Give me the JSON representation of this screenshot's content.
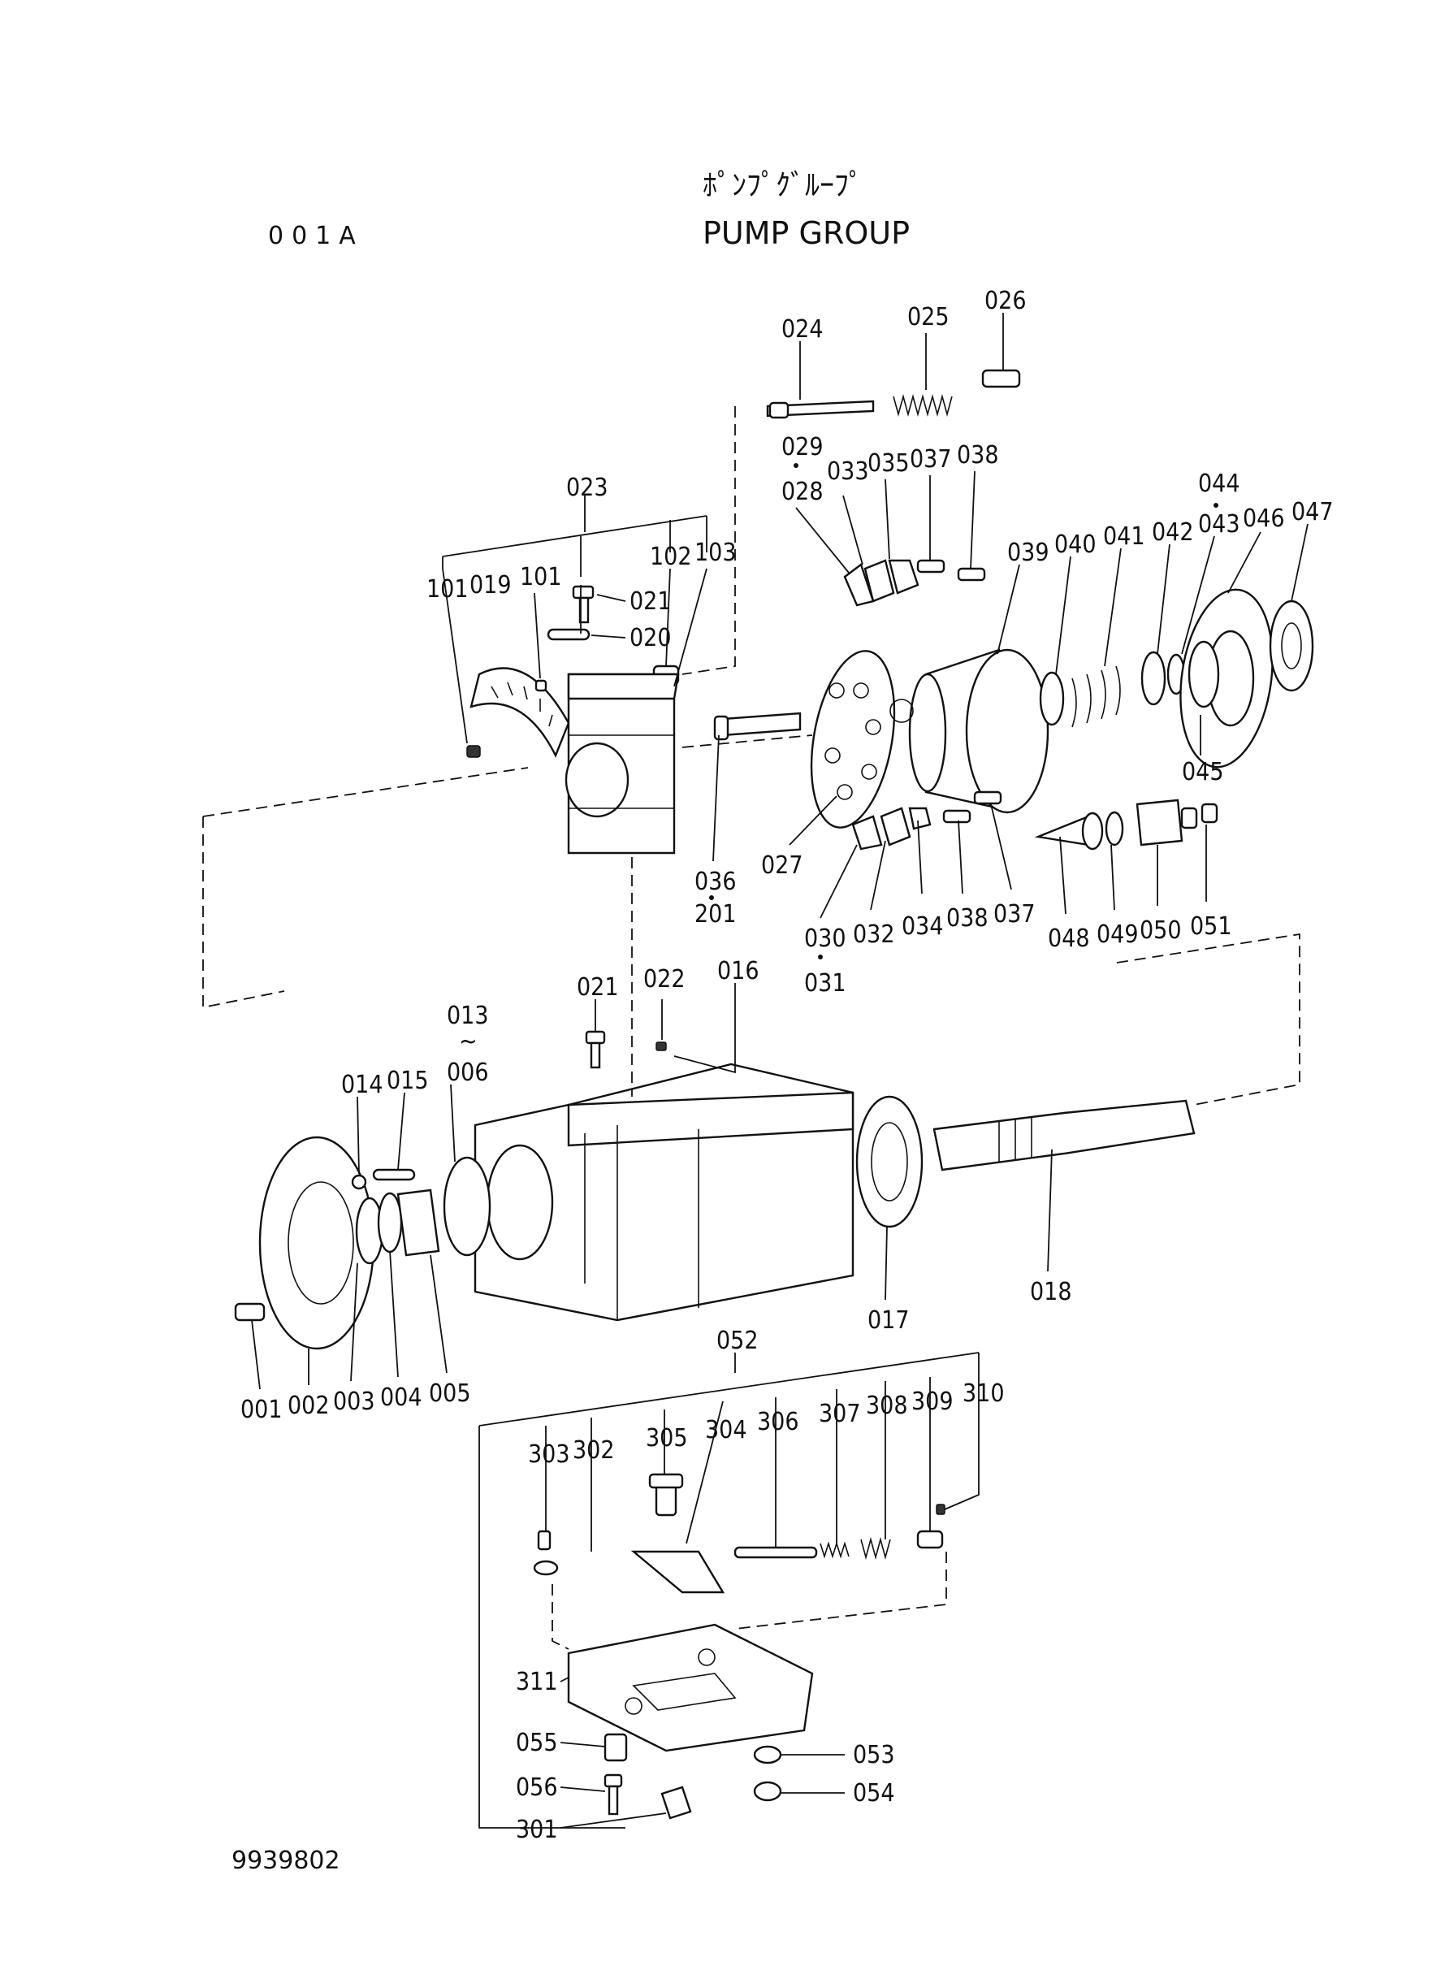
{
  "header": {
    "title_jp": "ﾎﾟﾝﾌﾟｸﾞﾙｰﾌﾟ",
    "title_en": "PUMP GROUP",
    "page_code": "001A",
    "drawing_number": "9939802"
  },
  "diagram": {
    "part_numbers": [
      "001",
      "002",
      "003",
      "004",
      "005",
      "006",
      "013",
      "014",
      "015",
      "016",
      "017",
      "018",
      "019",
      "020",
      "021",
      "022",
      "023",
      "024",
      "025",
      "026",
      "027",
      "028",
      "029",
      "030",
      "031",
      "032",
      "033",
      "034",
      "035",
      "036",
      "037",
      "038",
      "039",
      "040",
      "041",
      "042",
      "043",
      "044",
      "045",
      "046",
      "047",
      "048",
      "049",
      "050",
      "051",
      "052",
      "053",
      "054",
      "055",
      "056",
      "101",
      "102",
      "103",
      "201",
      "301",
      "302",
      "303",
      "304",
      "305",
      "306",
      "307",
      "308",
      "309",
      "310",
      "311"
    ],
    "range_marks": [
      "~"
    ]
  }
}
